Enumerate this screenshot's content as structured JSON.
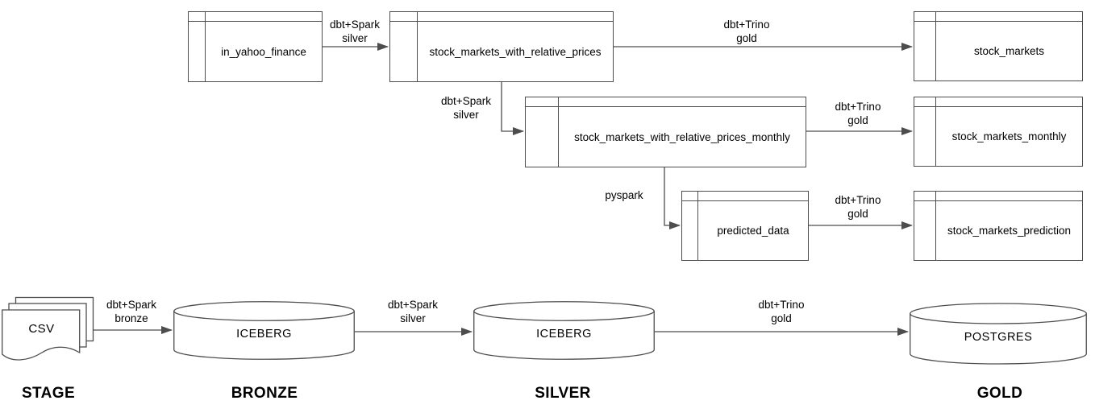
{
  "lineage": {
    "nodes": [
      {
        "label": "in_yahoo_finance"
      },
      {
        "label": "stock_markets_with_relative_prices"
      },
      {
        "label": "stock_markets"
      },
      {
        "label": "stock_markets_with_relative_prices_monthly"
      },
      {
        "label": "stock_markets_monthly"
      },
      {
        "label": "predicted_data"
      },
      {
        "label": "stock_markets_prediction"
      }
    ],
    "edges": [
      {
        "from": "in_yahoo_finance",
        "to": "stock_markets_with_relative_prices",
        "label": "dbt+Spark\nsilver"
      },
      {
        "from": "stock_markets_with_relative_prices",
        "to": "stock_markets",
        "label": "dbt+Trino\ngold"
      },
      {
        "from": "stock_markets_with_relative_prices",
        "to": "stock_markets_with_relative_prices_monthly",
        "label": "dbt+Spark\nsilver"
      },
      {
        "from": "stock_markets_with_relative_prices_monthly",
        "to": "stock_markets_monthly",
        "label": "dbt+Trino\ngold"
      },
      {
        "from": "stock_markets_with_relative_prices_monthly",
        "to": "predicted_data",
        "label": "pyspark"
      },
      {
        "from": "predicted_data",
        "to": "stock_markets_prediction",
        "label": "dbt+Trino\ngold"
      }
    ]
  },
  "pipeline": {
    "source_label": "CSV",
    "stores": [
      {
        "label": "ICEBERG"
      },
      {
        "label": "ICEBERG"
      },
      {
        "label": "POSTGRES"
      }
    ],
    "edges": [
      {
        "from": "CSV",
        "to": "ICEBERG",
        "label": "dbt+Spark\nbronze"
      },
      {
        "from": "ICEBERG",
        "to": "ICEBERG",
        "label": "dbt+Spark\nsilver"
      },
      {
        "from": "ICEBERG",
        "to": "POSTGRES",
        "label": "dbt+Trino\ngold"
      }
    ],
    "stages": [
      {
        "label": "STAGE"
      },
      {
        "label": "BRONZE"
      },
      {
        "label": "SILVER"
      },
      {
        "label": "GOLD"
      }
    ]
  },
  "colors": {
    "stroke": "#4d4d4d",
    "text": "#000000",
    "background": "#ffffff"
  }
}
